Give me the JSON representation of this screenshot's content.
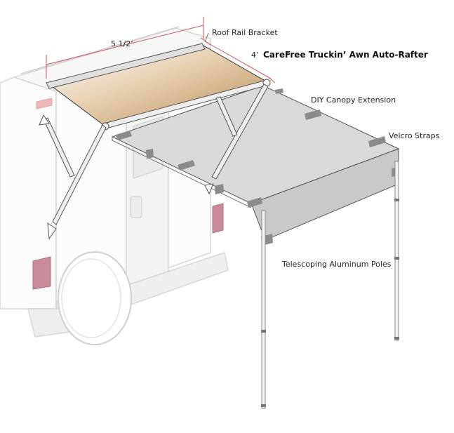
{
  "labels": {
    "width_dim": "5 1/2’",
    "depth_dim": "4’",
    "roof_rail": "Roof Rail Bracket",
    "product": "CareFree Truckin’ Awn Auto-Rafter",
    "canopy": "DIY Canopy Extension",
    "velcro": "Velcro Straps",
    "poles": "Telescoping Aluminum Poles"
  },
  "colors": {
    "awning_tan": "#c9a677",
    "dimension_red": "#d9534f",
    "canopy_grey": "#d9d9d9",
    "strap_grey": "#8a8a8a",
    "taillight": "#c98b9a"
  }
}
